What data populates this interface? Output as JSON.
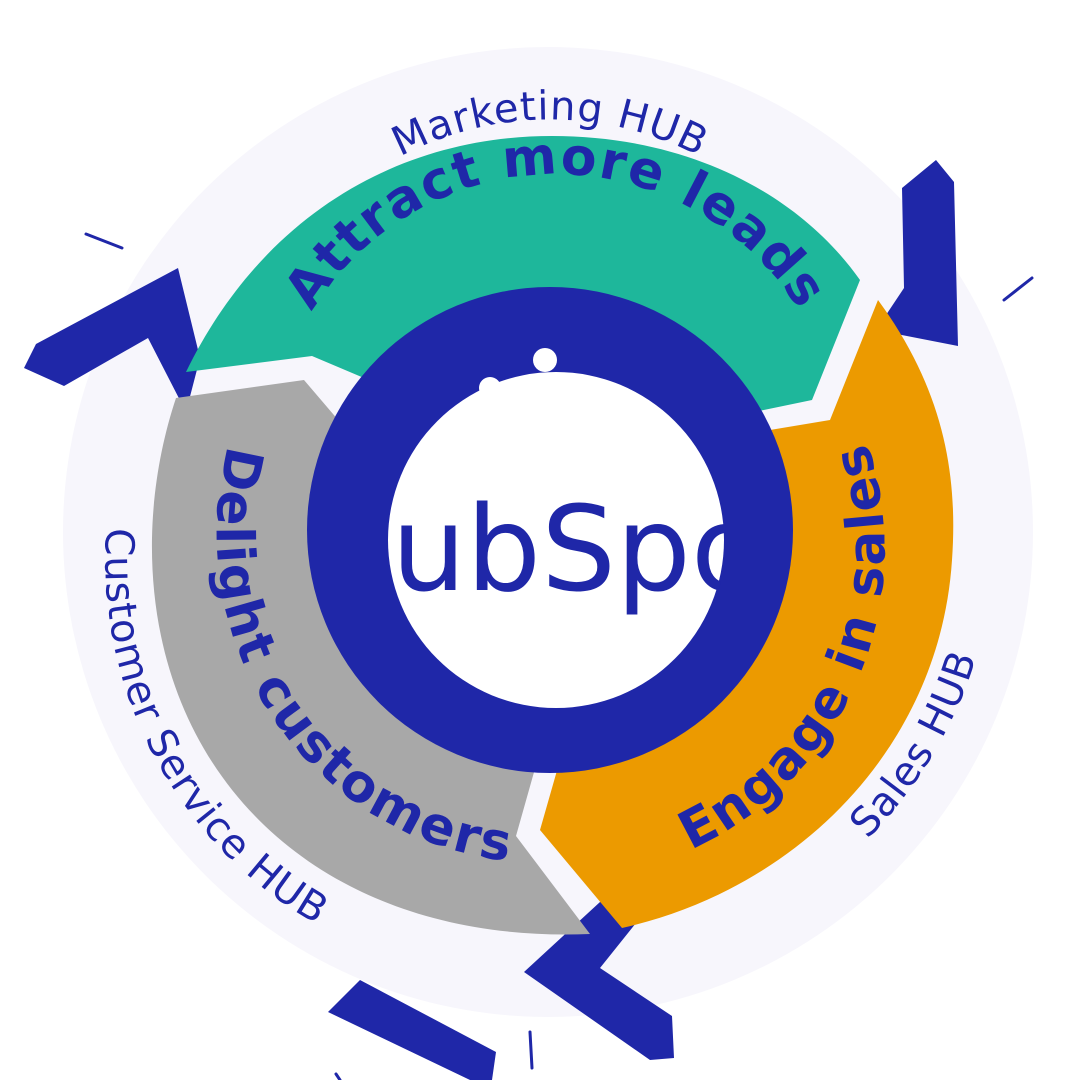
{
  "colors": {
    "halo": "#f7f6fc",
    "navy": "#1f27a8",
    "teal": "#1eb79b",
    "orange": "#ec9a00",
    "gray": "#a8a8a8",
    "white": "#ffffff"
  },
  "hubs": {
    "marketing": "Marketing HUB",
    "sales": "Sales HUB",
    "service": "Customer Service HUB"
  },
  "segments": {
    "attract": "Attract more leads",
    "engage": "Engage in sales",
    "delight": "Delight customers"
  },
  "center": {
    "text": "HubSpot"
  }
}
